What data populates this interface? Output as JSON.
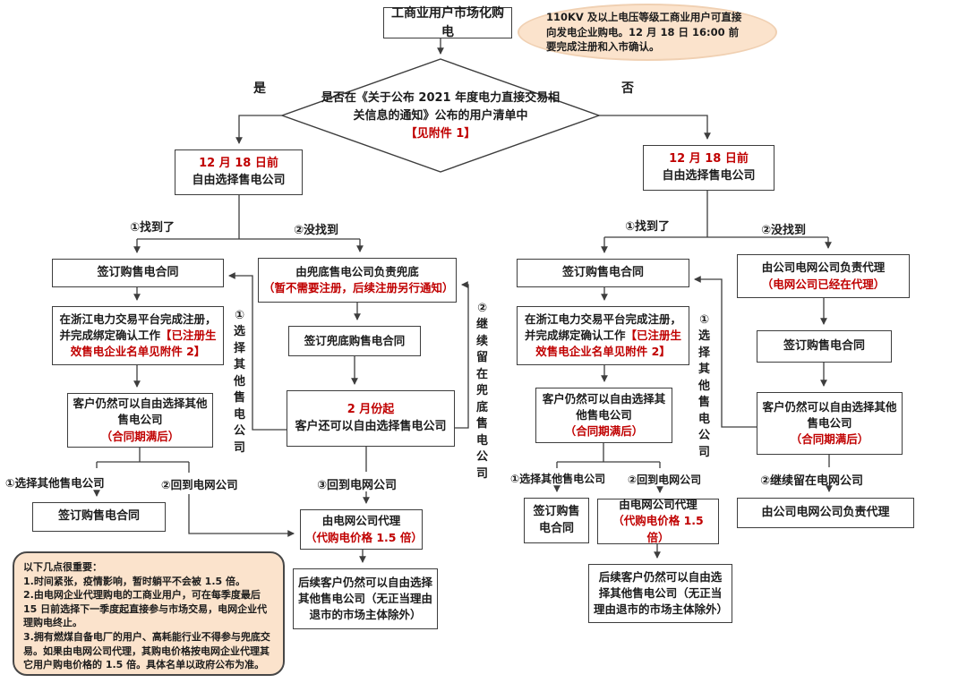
{
  "nodes": {
    "title": "工商业用户市场化购电",
    "topNote": "110KV 及以上电压等级工商业用户可直接向发电企业购电。12 月 18 日 16:00 前要完成注册和入市确认。",
    "decisionMain": "是否在《关于公布 2021 年度电力直接交易相关信息的通知》公布的用户清单中",
    "decisionRef": "【见附件 1】",
    "yes": "是",
    "no": "否",
    "dateRed": "12 月 18 日前",
    "dateBlack": "自由选择售电公司",
    "found": "①找到了",
    "notFound": "②没找到",
    "signContract": "签订购售电合同",
    "registerMain": "在浙江电力交易平台完成注册，并完成绑定确认工作",
    "registerRed": "【已注册生效售电企业名单见附件 2】",
    "freeChooseMain": "客户仍然可以自由选择其他售电公司",
    "freeChooseRed": "（合同期满后）",
    "chooseOther": "①选择其他售电公司",
    "backToGrid": "②回到电网公司",
    "backToGrid3": "③回到电网公司",
    "fallbackMain": "由兜底售电公司负责兜底",
    "fallbackRed": "（暂不需要注册，后续注册另行通知）",
    "signFallback": "签订兜底购售电合同",
    "febRed": "2 月份起",
    "febBlack": "客户还可以自由选择售电公司",
    "stayFallback": "②继续留在兜底售电公司",
    "gridAgentMain": "由电网公司代理",
    "gridAgentRed": "（代购电价格 1.5 倍）",
    "followUp": "后续客户仍然可以自由选择其他售电公司（无正当理由退市的市场主体除外）",
    "companyAgentMain": "由公司电网公司负责代理",
    "companyAgentRed": "（电网公司已经在代理）",
    "stayGrid": "②继续留在电网公司",
    "companyAgent2": "由公司电网公司负责代理"
  },
  "note": {
    "heading": "以下几点很重要：",
    "items": [
      "1.时间紧张，疫情影响，暂时躺平不会被 1.5 倍。",
      "2.由电网企业代理购电的工商业用户，可在每季度最后 15 日前选择下一季度起直接参与市场交易，电网企业代理购电终止。",
      "3.拥有燃煤自备电厂的用户、高耗能行业不得参与兜底交易。如果由电网公司代理，其购电价格按电网企业代理其它用户购电价格的 1.5 倍。具体名单以政府公布为准。"
    ]
  },
  "colors": {
    "highlightRed": "#C00000",
    "calloutFill": "#FBE3CC",
    "noteFill": "#FBE3CC",
    "lineColor": "#3d3d3d"
  }
}
